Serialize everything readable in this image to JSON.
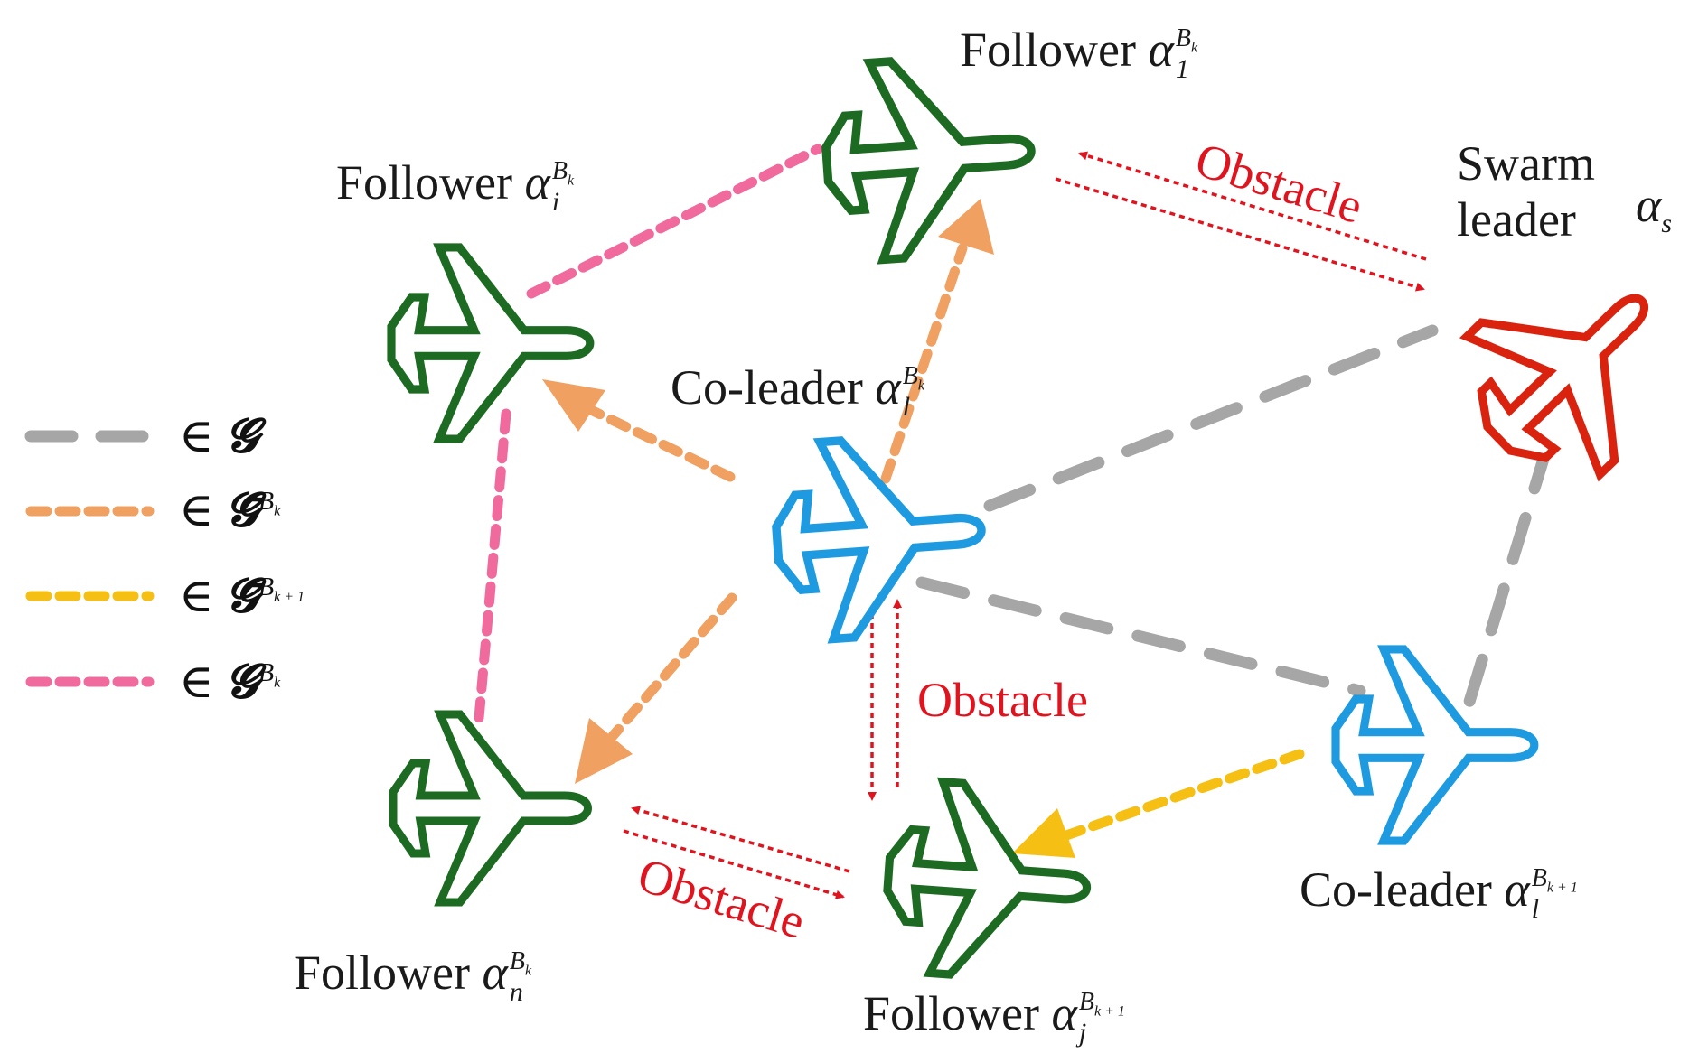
{
  "colors": {
    "follower": "#1d6b22",
    "co_leader": "#1e9be0",
    "swarm_leader": "#d9230f",
    "obstacle": "#e0141e",
    "edge_G": "#a6a6a6",
    "edge_Gbar_Bk": "#f0a060",
    "edge_Gbar_Bk1": "#f5bf14",
    "edge_G_Bk": "#f06a9e"
  },
  "nodes": {
    "follower_1": {
      "word": "Follower",
      "sym": "α",
      "sub": "1",
      "sup": "B",
      "supsub": "k"
    },
    "follower_i": {
      "word": "Follower",
      "sym": "α",
      "sub": "i",
      "sup": "B",
      "supsub": "k"
    },
    "follower_n": {
      "word": "Follower",
      "sym": "α",
      "sub": "n",
      "sup": "B",
      "supsub": "k"
    },
    "follower_j": {
      "word": "Follower",
      "sym": "α",
      "sub": "j",
      "sup": "B",
      "supsub": "k + 1"
    },
    "co_leader_k": {
      "word": "Co-leader",
      "sym": "α",
      "sub": "l",
      "sup": "B",
      "supsub": "k"
    },
    "co_leader_k1": {
      "word": "Co-leader",
      "sym": "α",
      "sub": "l",
      "sup": "B",
      "supsub": "k + 1"
    },
    "swarm_leader": {
      "word1": "Swarm",
      "word2": "leader",
      "sym": "α",
      "sub": "s"
    }
  },
  "obstacle_label": "Obstacle",
  "legend": [
    {
      "member": "∈",
      "set": "𝓖",
      "sup": ""
    },
    {
      "member": "∈",
      "set": "𝓖̄",
      "sup": "B",
      "supsub": "k"
    },
    {
      "member": "∈",
      "set": "𝓖̄",
      "sup": "B",
      "supsub": "k + 1"
    },
    {
      "member": "∈",
      "set": "𝓖",
      "sup": "B",
      "supsub": "k"
    }
  ]
}
